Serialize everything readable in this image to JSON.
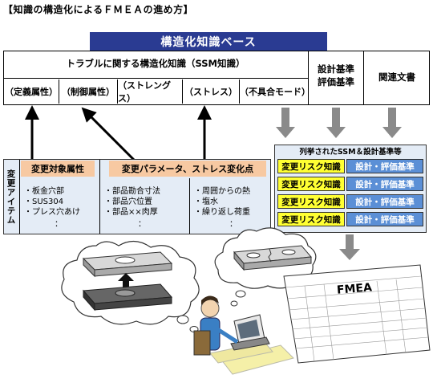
{
  "title": "【知識の構造化によるＦＭＥＡの進め方】",
  "banner": "構造化知識ベース",
  "knowledge_box": {
    "main_label": "トラブルに関する構造化知識（SSM知識）",
    "attributes": [
      "（定義属性）",
      "（制御属性）",
      "（ストレングス）",
      "（ストレス）",
      "（不具合モード）"
    ],
    "standards_line1": "設計基準",
    "standards_line2": "評価基準",
    "related_docs": "関連文書"
  },
  "change_items": {
    "side_label": "変更アイテム",
    "target_attr_label": "変更対象属性",
    "param_label": "変更パラメータ、ストレス変化点",
    "col1": [
      "・板金穴部",
      "・SUS304",
      "・プレス穴あけ"
    ],
    "col2": [
      "・部品勘合寸法",
      "・部品穴位置",
      "・部品××肉厚"
    ],
    "col3": [
      "・周囲からの熱",
      "・塩水",
      "・繰り返し荷重"
    ],
    "ellipsis": "："
  },
  "listed": {
    "header": "列挙されたSSM＆設計基準等",
    "rows": [
      {
        "risk": "変更リスク知識",
        "std": "設計・評価基準"
      },
      {
        "risk": "変更リスク知識",
        "std": "設計・評価基準"
      },
      {
        "risk": "変更リスク知識",
        "std": "設計・評価基準"
      },
      {
        "risk": "変更リスク知識",
        "std": "設計・評価基準"
      }
    ]
  },
  "fmea_sheet_title": "FMEA",
  "colors": {
    "banner": "#2a3b92",
    "orange": "#f7c9a2",
    "yellow": "#ffff33",
    "blue": "#5b8fd6",
    "arrow_gray": "#8a8a8a"
  }
}
